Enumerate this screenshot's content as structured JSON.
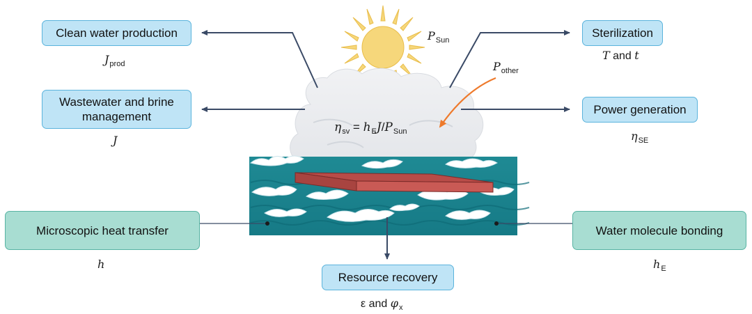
{
  "boxes": {
    "clean_water": "Clean water production",
    "wastewater": "Wastewater and brine management",
    "sterilization": "Sterilization",
    "power": "Power generation",
    "micro_heat": "Microscopic heat transfer",
    "water_bonding": "Water molecule bonding",
    "resource": "Resource recovery"
  },
  "symbols": {
    "j_prod": {
      "main": "J",
      "sub": "prod"
    },
    "j": "J",
    "t_and_t": {
      "a": "T",
      "mid": " and ",
      "b": "t"
    },
    "eta_se": {
      "main": "η",
      "sub": "SE"
    },
    "h": "h",
    "h_e": {
      "main": "h",
      "sub": "E"
    },
    "eps_phi": {
      "a": "ε",
      "mid": " and ",
      "b": "φ",
      "sub": "x"
    },
    "p_sun": {
      "main": "P",
      "sub": "Sun"
    },
    "p_other": {
      "main": "P",
      "sub": "other"
    }
  },
  "equation": {
    "lhs": "η",
    "lhs_sub": "sv",
    "eq": " = ",
    "h": "h",
    "h_sub": "E",
    "j": "J",
    "slash": "/",
    "p": "P",
    "p_sub": "Sun"
  },
  "colors": {
    "box_blue_fill": "#bfe4f6",
    "box_blue_border": "#5ab3dc",
    "box_teal_fill": "#a8ddd2",
    "box_teal_border": "#58b3a3",
    "arrow": "#3a4a66",
    "sun": "#f6d77b",
    "orange_arrow": "#ee7a2c",
    "absorber": "#c95a55",
    "water": "#1f8a94"
  }
}
